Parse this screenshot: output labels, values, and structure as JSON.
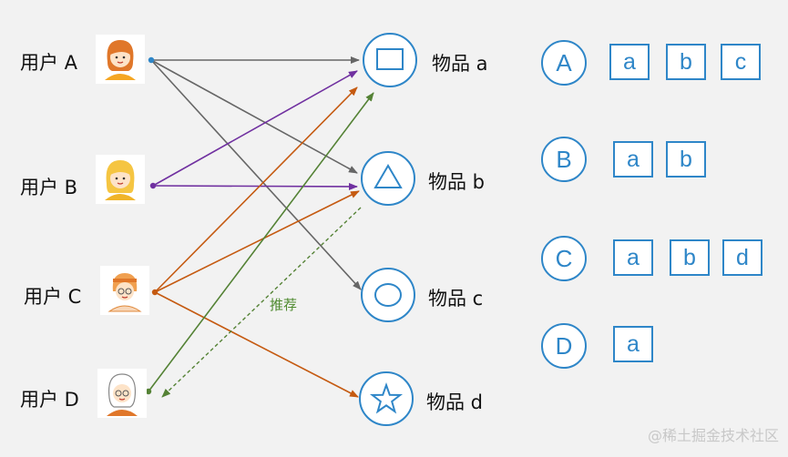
{
  "users": [
    {
      "label": "用户 A",
      "avatar": "woman-orange-hair-icon"
    },
    {
      "label": "用户 B",
      "avatar": "girl-yellow-hair-icon"
    },
    {
      "label": "用户 C",
      "avatar": "person-headband-icon"
    },
    {
      "label": "用户 D",
      "avatar": "elderly-woman-icon"
    }
  ],
  "items": [
    {
      "label": "物品 a",
      "shape": "square-icon"
    },
    {
      "label": "物品 b",
      "shape": "triangle-icon"
    },
    {
      "label": "物品 c",
      "shape": "circle-icon"
    },
    {
      "label": "物品 d",
      "shape": "star-icon"
    }
  ],
  "edges": [
    {
      "from": "A",
      "to": "a",
      "color": "#666666"
    },
    {
      "from": "A",
      "to": "b",
      "color": "#666666"
    },
    {
      "from": "A",
      "to": "c",
      "color": "#666666"
    },
    {
      "from": "B",
      "to": "a",
      "color": "#7030a0"
    },
    {
      "from": "B",
      "to": "b",
      "color": "#7030a0"
    },
    {
      "from": "C",
      "to": "a",
      "color": "#c55a11"
    },
    {
      "from": "C",
      "to": "b",
      "color": "#c55a11"
    },
    {
      "from": "C",
      "to": "d",
      "color": "#c55a11"
    },
    {
      "from": "D",
      "to": "a",
      "color": "#548235"
    }
  ],
  "recommend": {
    "label": "推荐",
    "from": "b",
    "to": "D",
    "color": "#548235"
  },
  "matrix": [
    {
      "user": "A",
      "items": [
        "a",
        "b",
        "c"
      ]
    },
    {
      "user": "B",
      "items": [
        "a",
        "b"
      ]
    },
    {
      "user": "C",
      "items": [
        "a",
        "b",
        "d"
      ]
    },
    {
      "user": "D",
      "items": [
        "a"
      ]
    }
  ],
  "watermark": "@稀土掘金技术社区",
  "colors": {
    "accent": "#2e86c8"
  }
}
